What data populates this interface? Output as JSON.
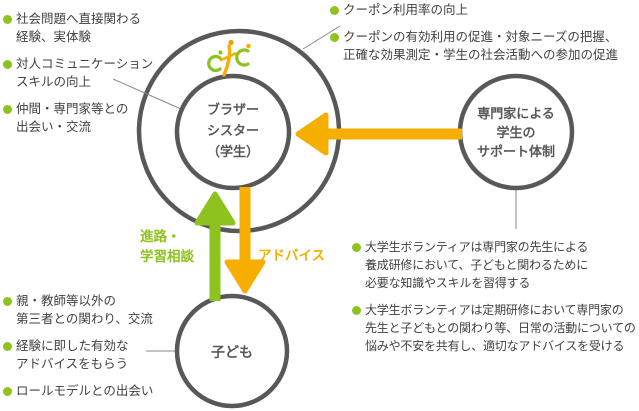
{
  "colors": {
    "green": "#8dc21f",
    "yellow": "#f6ae00",
    "circle_stroke": "#595757",
    "text": "#433f3f"
  },
  "logo": {
    "name": "cfc"
  },
  "nodes": {
    "student": {
      "label": "ブラザー\nシスター\n（学生）"
    },
    "child": {
      "label": "子ども"
    },
    "expert": {
      "label": "専門家による\n学生の\nサポート体制"
    }
  },
  "arrows": {
    "consult": {
      "label": "進路・\n学習相談",
      "from": "child",
      "to": "student",
      "color": "#8dc21f"
    },
    "advice": {
      "label": "アドバイス",
      "from": "student",
      "to": "child",
      "color": "#f6ae00"
    },
    "support": {
      "label": "",
      "from": "expert",
      "to": "student",
      "color": "#f6ae00"
    }
  },
  "lists": {
    "student_benefits": {
      "items": [
        {
          "text": "社会問題へ直接関わる\n経験、実体験"
        },
        {
          "text": "対人コミュニケーション\nスキルの向上"
        },
        {
          "text": "仲間・専門家等との\n出会い・交流"
        }
      ]
    },
    "coupon_benefits": {
      "items": [
        {
          "text": "クーポン利用率の向上"
        },
        {
          "text": "クーポンの有効利用の促進・対象ニーズの把握、\n正確な効果測定・学生の社会活動への参加の促進"
        }
      ]
    },
    "child_benefits": {
      "items": [
        {
          "text": "親・教師等以外の\n第三者との関わり、交流"
        },
        {
          "text": "経験に即した有効な\nアドバイスをもらう"
        },
        {
          "text": "ロールモデルとの出会い"
        }
      ]
    },
    "training_notes": {
      "items": [
        {
          "text": "大学生ボランティアは専門家の先生による\n養成研修において、子どもと関わるために\n必要な知識やスキルを習得する"
        },
        {
          "text": "大学生ボランティアは定期研修において専門家の\n先生と子どもとの関わり等、日常の活動についての\n悩みや不安を共有し、適切なアドバイスを受ける"
        }
      ]
    }
  }
}
